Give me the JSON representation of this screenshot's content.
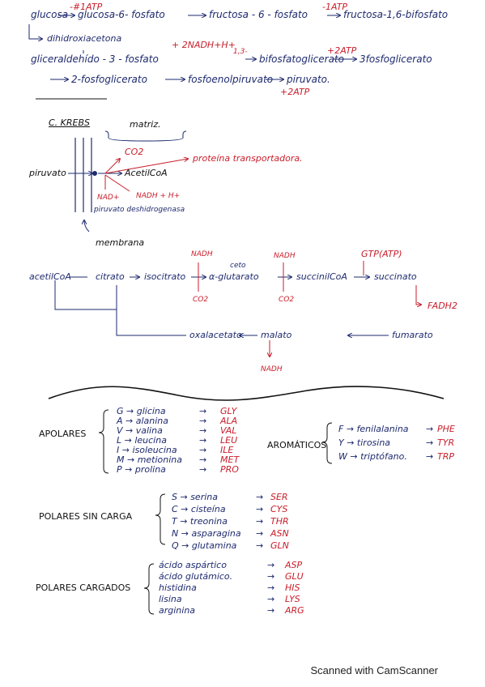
{
  "glycolysis": {
    "line1": {
      "glucosa": "glucosa",
      "atp1": "-#1ATP",
      "g6p": "glucosa-6- fosfato",
      "f6p": "fructosa - 6 - fosfato",
      "atp2": "-1ATP",
      "f16bp": "fructosa-1,6-bifosfato"
    },
    "dhap": "dihidroxiacetona",
    "line3": {
      "g3p": "gliceraldehído - 3 - fosfato",
      "nadh": "+ 2NADH+H+",
      "note": "1,3-",
      "bpg": "bifosfatoglicerato",
      "atp3": "+2ATP",
      "pg3": "3fosfoglicerato"
    },
    "line4": {
      "pg2": "2-fosfoglicerato",
      "pep": "fosfoenolpiruvato",
      "piruvato": "piruvato.",
      "atp4": "+2ATP"
    }
  },
  "krebs": {
    "title": "C. KREBS",
    "matriz": "matriz.",
    "co2": "CO2",
    "proteina": "proteína transportadora.",
    "piruvato": "piruvato",
    "acetil": "AcetilCoA",
    "nad": "NAD+",
    "nadh_h": "NADH + H+",
    "enzyme": "piruvato deshidrogenasa",
    "membrana": "membrana",
    "cycle": {
      "acetilcoa": "acetilCoA",
      "citrato": "citrato",
      "isocitrato": "isocitrato",
      "ceto": "ceto",
      "kglutarato": "α-glutarato",
      "succinilcoa": "succinilCoA",
      "succinato": "succinato",
      "fumarato": "fumarato",
      "malato": "malato",
      "oxalacetato": "oxalacetato",
      "nadh1": "NADH",
      "nadh2": "NADH",
      "nadh3": "NADH",
      "gtp": "GTP(ATP)",
      "co2a": "CO2",
      "co2b": "CO2",
      "fadh2": "FADH2"
    }
  },
  "amino": {
    "apolares": {
      "label": "APOLARES",
      "items": [
        {
          "letter": "G",
          "name": "glicina",
          "code": "GLY"
        },
        {
          "letter": "A",
          "name": "alanina",
          "code": "ALA"
        },
        {
          "letter": "V",
          "name": "valina",
          "code": "VAL"
        },
        {
          "letter": "L",
          "name": "leucina",
          "code": "LEU"
        },
        {
          "letter": "I",
          "name": "isoleucina",
          "code": "ILE"
        },
        {
          "letter": "M",
          "name": "metionina",
          "code": "MET"
        },
        {
          "letter": "P",
          "name": "prolina",
          "code": "PRO"
        }
      ]
    },
    "aromaticos": {
      "label": "AROMÁTICOS",
      "items": [
        {
          "letter": "F",
          "name": "fenilalanina",
          "code": "PHE"
        },
        {
          "letter": "Y",
          "name": "tirosina",
          "code": "TYR"
        },
        {
          "letter": "W",
          "name": "triptófano.",
          "code": "TRP"
        }
      ]
    },
    "polares_sin_carga": {
      "label": "POLARES SIN CARGA",
      "items": [
        {
          "letter": "S",
          "name": "serina",
          "code": "SER"
        },
        {
          "letter": "C",
          "name": "cisteína",
          "code": "CYS"
        },
        {
          "letter": "T",
          "name": "treonina",
          "code": "THR"
        },
        {
          "letter": "N",
          "name": "asparagina",
          "code": "ASN"
        },
        {
          "letter": "Q",
          "name": "glutamina",
          "code": "GLN"
        }
      ]
    },
    "polares_cargados": {
      "label": "POLARES CARGADOS",
      "items": [
        {
          "name": "ácido aspártico",
          "code": "ASP"
        },
        {
          "name": "ácido glutámico.",
          "code": "GLU"
        },
        {
          "name": "histidina",
          "code": "HIS"
        },
        {
          "name": "lisina",
          "code": "LYS"
        },
        {
          "name": "arginina",
          "code": "ARG"
        }
      ]
    }
  },
  "footer": "Scanned with CamScanner"
}
